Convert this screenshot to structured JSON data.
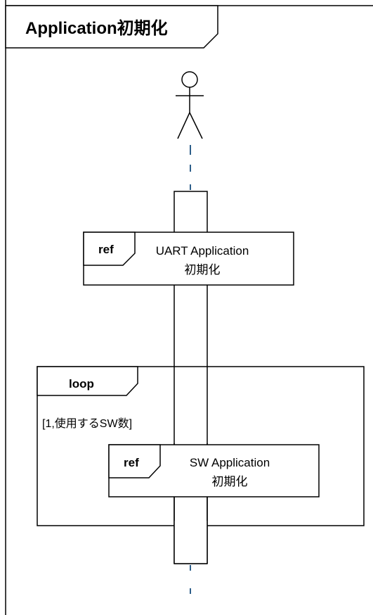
{
  "frame": {
    "title": "Application初期化"
  },
  "ref_uart": {
    "tag": "ref",
    "line1": "UART Application",
    "line2": "初期化"
  },
  "loop": {
    "tag": "loop",
    "guard": "[1,使用するSW数]"
  },
  "ref_sw": {
    "tag": "ref",
    "line1": "SW Application",
    "line2": "初期化"
  },
  "colors": {
    "lifeline_dash": "#2e5f8a",
    "stroke": "#000000"
  }
}
